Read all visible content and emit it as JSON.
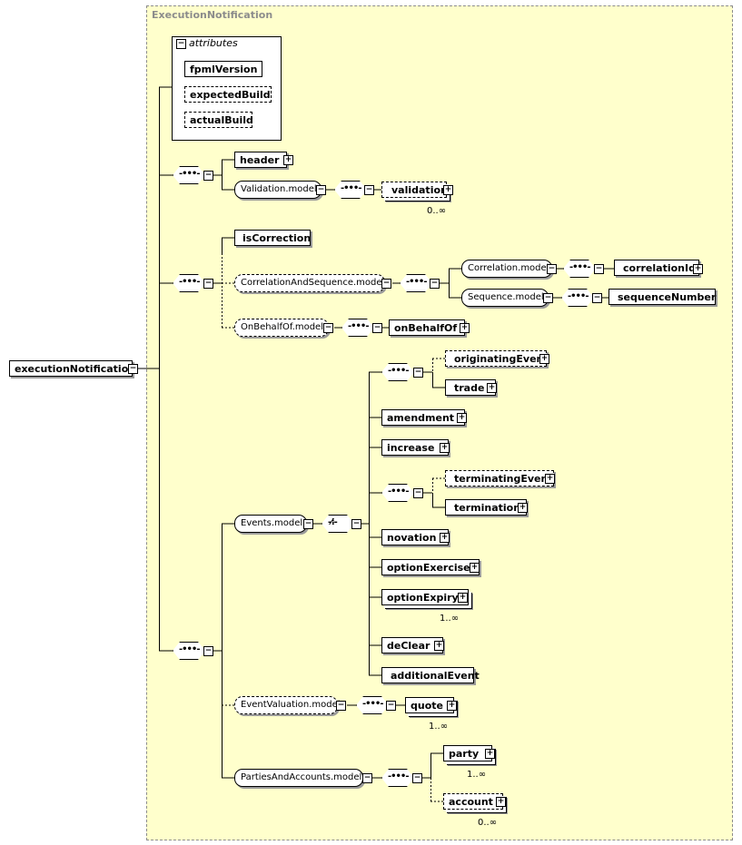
{
  "panel": {
    "title": "ExecutionNotification"
  },
  "root": {
    "label": "executionNotification"
  },
  "attributes": {
    "header": "attributes",
    "items": [
      "fpmlVersion",
      "expectedBuild",
      "actualBuild"
    ]
  },
  "elements": {
    "header": "header",
    "validation_model": "Validation.model",
    "validation": "validation",
    "validation_occ": "0..∞",
    "isCorrection": "isCorrection",
    "correlation_and_sequence_model": "CorrelationAndSequence.model",
    "correlation_model": "Correlation.model",
    "correlationId": "correlationId",
    "sequence_model": "Sequence.model",
    "sequenceNumber": "sequenceNumber",
    "on_behalf_of_model": "OnBehalfOf.model",
    "onBehalfOf": "onBehalfOf",
    "events_model": "Events.model",
    "originatingEvent": "originatingEvent",
    "trade": "trade",
    "amendment": "amendment",
    "increase": "increase",
    "terminatingEvent": "terminatingEvent",
    "termination": "termination",
    "novation": "novation",
    "optionExercise": "optionExercise",
    "optionExpiry": "optionExpiry",
    "optionExpiry_occ": "1..∞",
    "deClear": "deClear",
    "additionalEvent": "additionalEvent",
    "event_valuation_model": "EventValuation.model",
    "quote": "quote",
    "quote_occ": "1..∞",
    "parties_and_accounts_model": "PartiesAndAccounts.model",
    "party": "party",
    "party_occ": "1..∞",
    "account": "account",
    "account_occ": "0..∞"
  }
}
